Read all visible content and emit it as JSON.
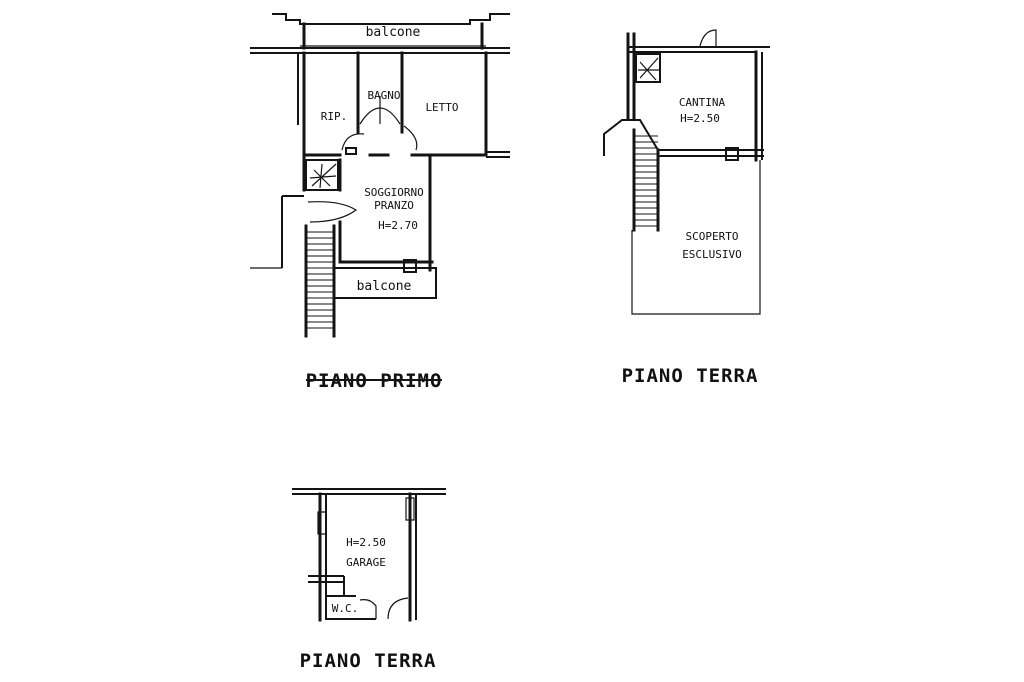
{
  "plans": {
    "primo": {
      "title": "PIANO PRIMO",
      "rooms": {
        "balcone_top": "balcone",
        "rip": "RIP.",
        "bagno": "BAGNO",
        "letto": "LETTO",
        "soggiorno": "SOGGIORNO",
        "pranzo": "PRANZO",
        "height": "H=2.70",
        "balcone_bottom": "balcone"
      }
    },
    "terra_cantina": {
      "title": "PIANO TERRA",
      "rooms": {
        "cantina": "CANTINA",
        "height": "H=2.50",
        "scoperto": "SCOPERTO",
        "esclusivo": "ESCLUSIVO"
      }
    },
    "terra_garage": {
      "title": "PIANO TERRA",
      "rooms": {
        "height": "H=2.50",
        "garage": "GARAGE",
        "wc": "W.C."
      }
    }
  }
}
